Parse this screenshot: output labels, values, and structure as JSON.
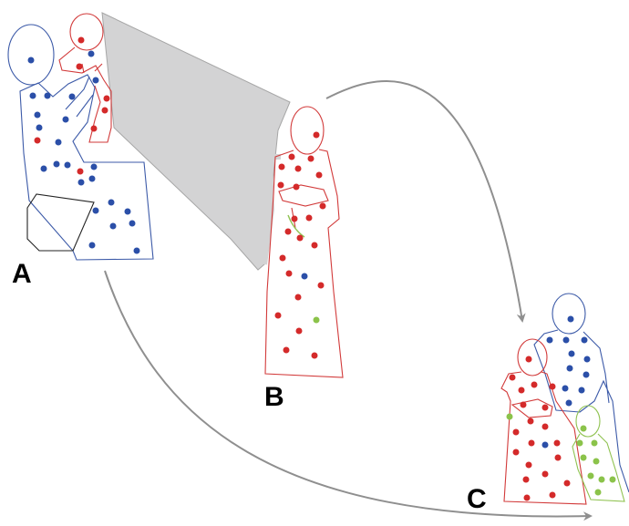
{
  "labels": {
    "a": "A",
    "b": "B",
    "c": "C"
  },
  "colors": {
    "blue": "#2b4fa8",
    "blue_line": "#3c5aa8",
    "red": "#d42a2a",
    "red_line": "#d23a3a",
    "green": "#8bc34a",
    "green_line": "#8fc250",
    "gray_fill": "#d3d3d4",
    "gray_stroke": "#a6a6a6",
    "arrow": "#8f8f8f",
    "black_line": "#222222"
  }
}
